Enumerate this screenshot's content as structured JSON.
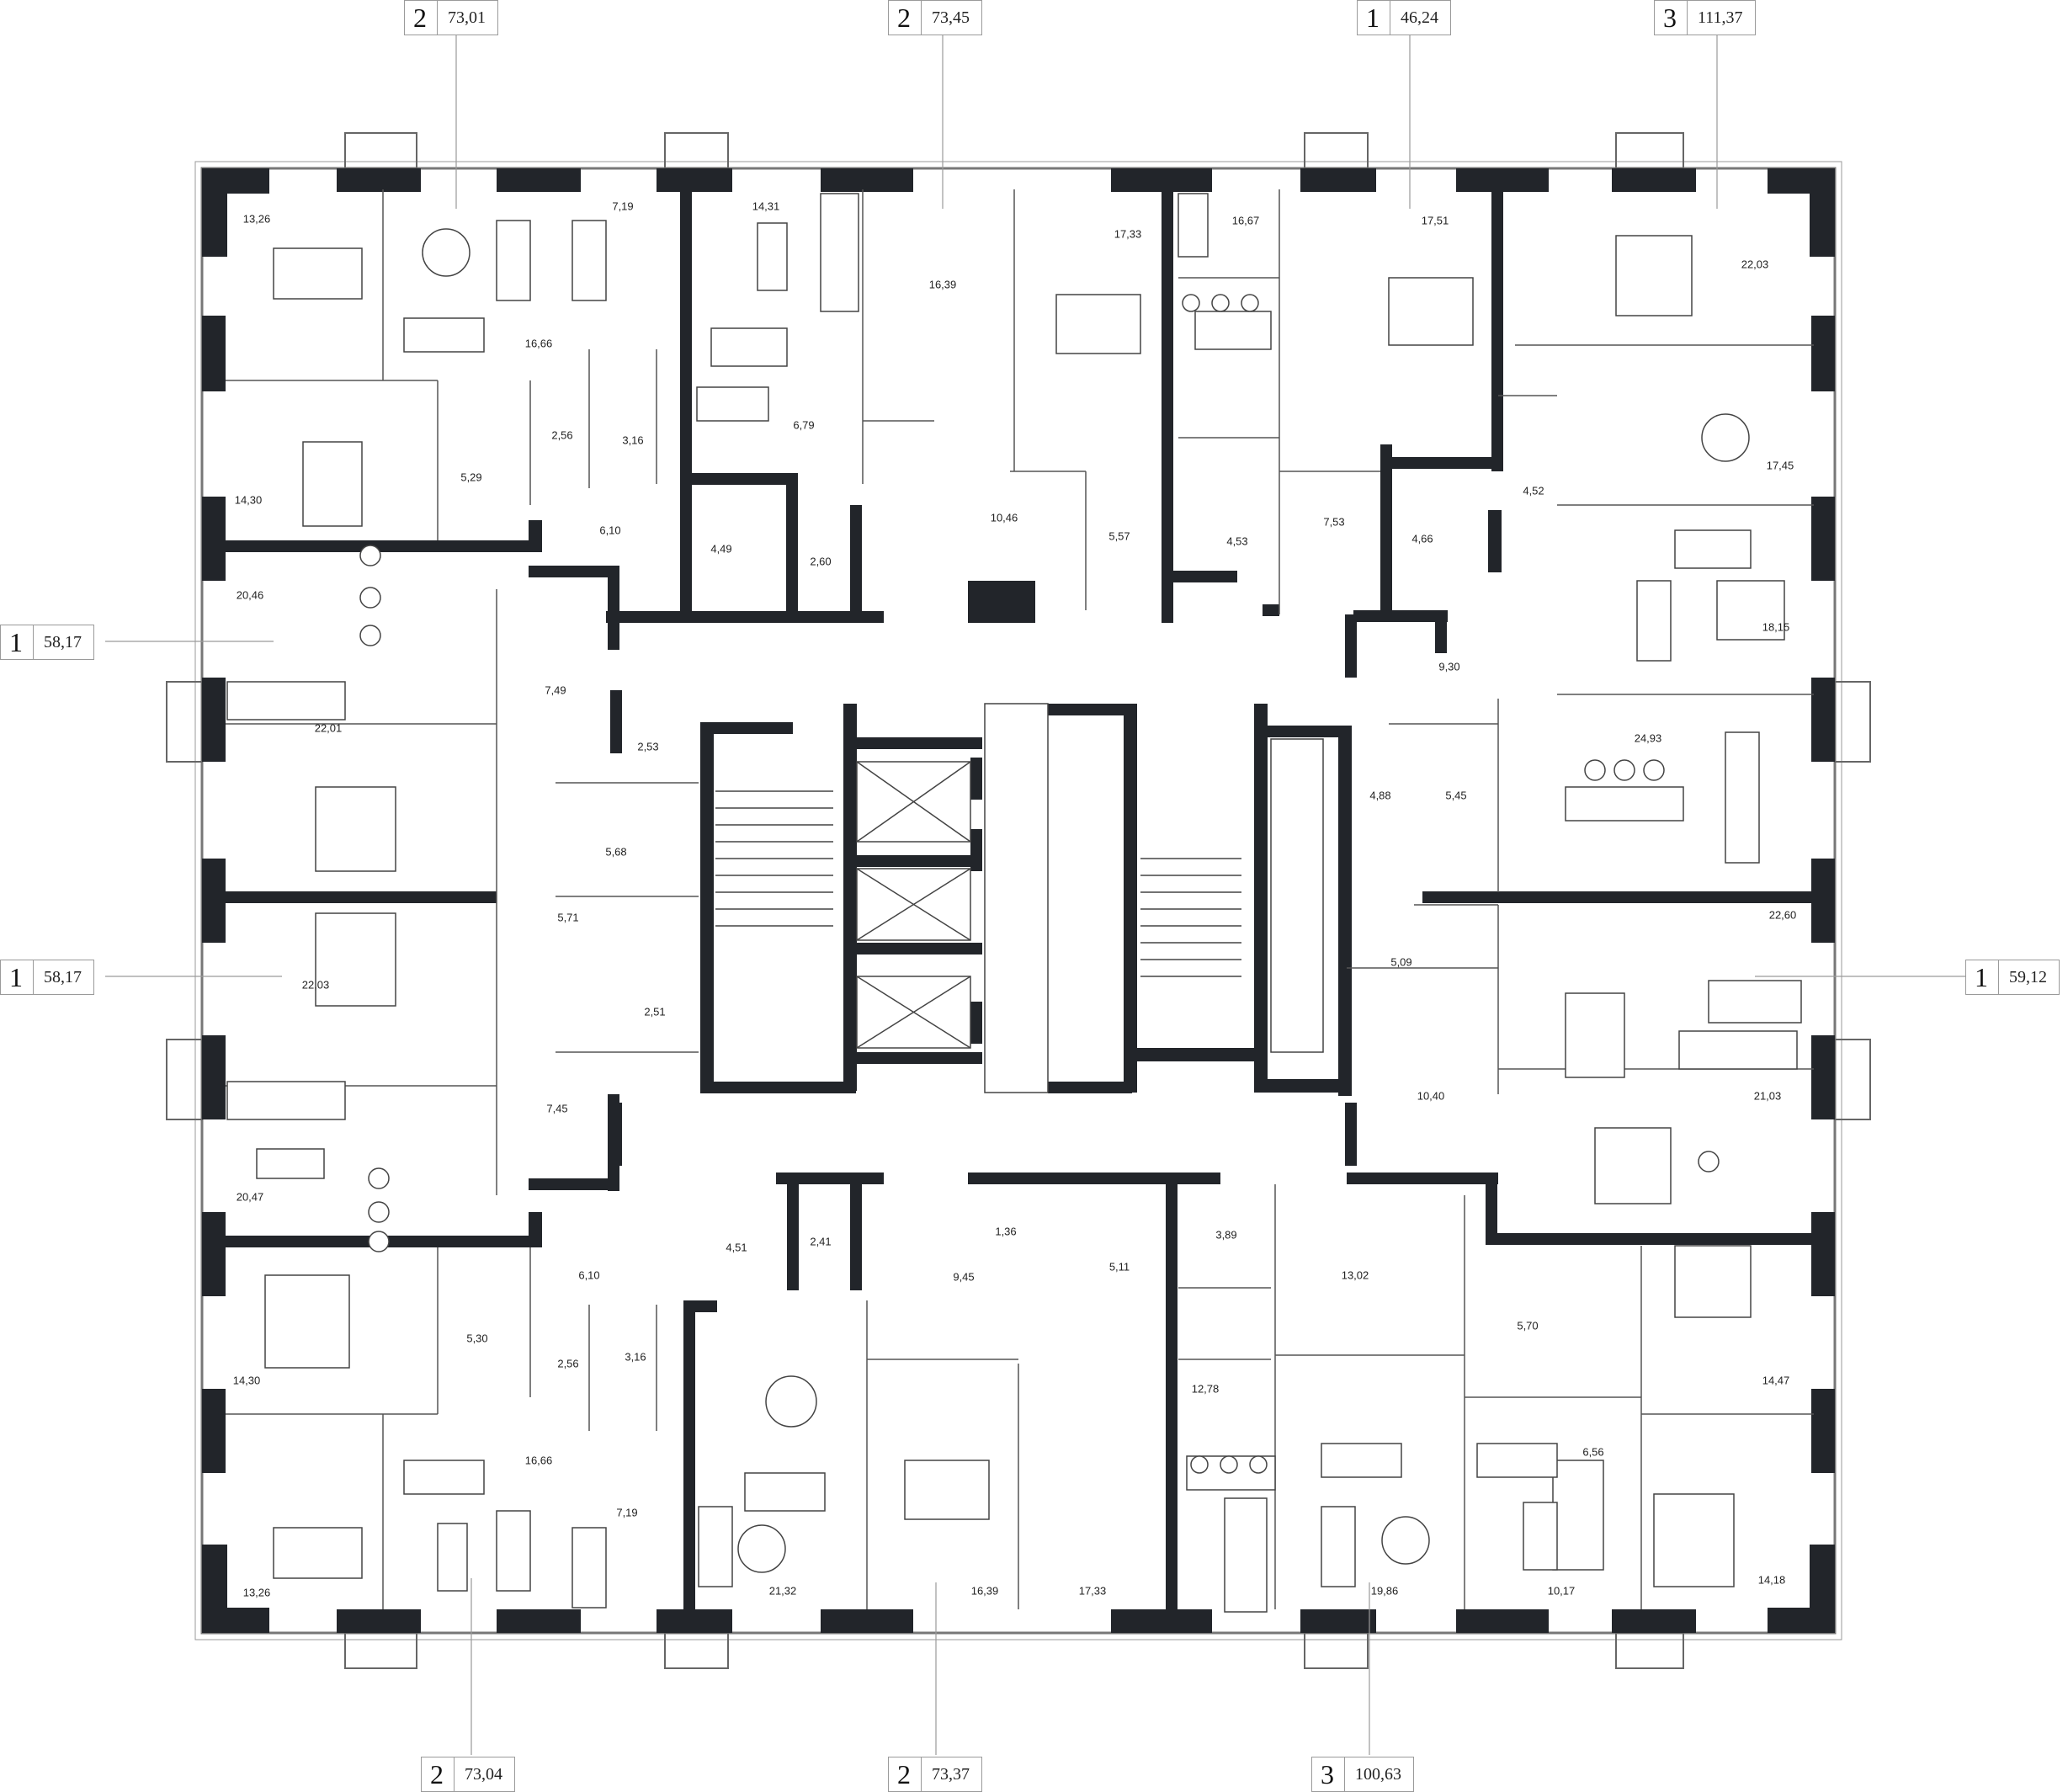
{
  "apartments": [
    {
      "rooms": "2",
      "area": "73,01"
    },
    {
      "rooms": "2",
      "area": "73,45"
    },
    {
      "rooms": "1",
      "area": "46,24"
    },
    {
      "rooms": "3",
      "area": "111,37"
    },
    {
      "rooms": "1",
      "area": "58,17"
    },
    {
      "rooms": "1",
      "area": "58,17"
    },
    {
      "rooms": "1",
      "area": "59,12"
    },
    {
      "rooms": "2",
      "area": "73,04"
    },
    {
      "rooms": "2",
      "area": "73,37"
    },
    {
      "rooms": "3",
      "area": "100,63"
    }
  ],
  "rooms": [
    "13,26",
    "7,19",
    "16,66",
    "14,30",
    "5,29",
    "2,56",
    "3,16",
    "6,10",
    "14,31",
    "16,39",
    "17,33",
    "6,79",
    "4,49",
    "2,60",
    "10,46",
    "5,57",
    "16,67",
    "17,51",
    "4,53",
    "7,53",
    "4,66",
    "22,03",
    "17,45",
    "4,52",
    "18,15",
    "9,30",
    "20,46",
    "7,49",
    "22,01",
    "2,53",
    "5,68",
    "5,71",
    "2,51",
    "22,03",
    "7,45",
    "20,47",
    "24,93",
    "4,88",
    "5,45",
    "5,09",
    "22,60",
    "10,40",
    "21,03",
    "6,10",
    "5,30",
    "2,56",
    "3,16",
    "14,30",
    "16,66",
    "7,19",
    "13,26",
    "4,51",
    "2,41",
    "1,36",
    "9,45",
    "5,11",
    "3,89",
    "13,02",
    "21,32",
    "16,39",
    "17,33",
    "12,78",
    "5,70",
    "14,47",
    "6,56",
    "19,86",
    "10,17",
    "14,18"
  ],
  "colors": {
    "wall": "#22252a",
    "line": "#555555",
    "leader": "#9a9a9a"
  }
}
